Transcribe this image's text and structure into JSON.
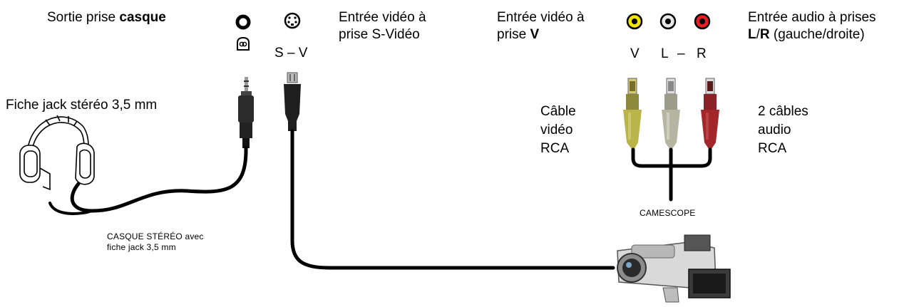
{
  "headphone_output": {
    "label_plain": "Sortie prise ",
    "label_bold": "casque"
  },
  "svideo_input": {
    "line1": "Entrée vidéo à",
    "line2": "prise S-Vidéo",
    "jack_label": "S – V"
  },
  "video_input": {
    "line1": "Entrée vidéo à",
    "line2_plain": "prise ",
    "line2_bold": "V"
  },
  "audio_input": {
    "line1": "Entrée audio à prises",
    "line2_bold_l": "L",
    "line2_sep": "/",
    "line2_bold_r": "R",
    "line2_rest": " (gauche/droite)"
  },
  "jack_labels": {
    "v": "V",
    "l": "L",
    "dash": "–",
    "r": "R"
  },
  "plug_label": "Fiche jack stéréo 3,5 mm",
  "headphones_caption": {
    "line1": "CASQUE STÉRÉO avec",
    "line2": "fiche jack 3,5 mm"
  },
  "video_cable": {
    "line1": "Câble",
    "line2": "vidéo",
    "line3": "RCA"
  },
  "audio_cables": {
    "line1": "2 câbles",
    "line2": "audio",
    "line3": "RCA"
  },
  "camcorder_label": "CAMESCOPE",
  "colors": {
    "video_jack": "#f2e500",
    "audio_left_jack": "#e8e8e8",
    "audio_right_jack": "#e31e24",
    "cable": "#000000",
    "plug_yellow": "#b9b54a",
    "plug_white": "#b5b5a2",
    "plug_red": "#a3262a"
  }
}
